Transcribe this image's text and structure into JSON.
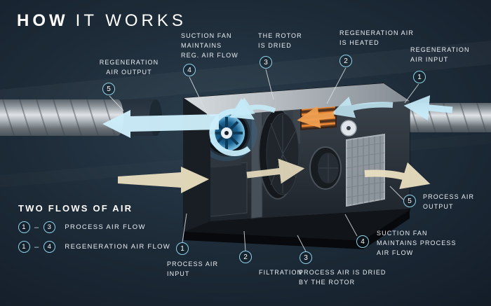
{
  "title": {
    "word1": "HOW",
    "word2": "IT WORKS"
  },
  "legend": {
    "heading": "TWO FLOWS OF AIR",
    "separator": "–",
    "rows": [
      {
        "from": "1",
        "to": "3",
        "label": "PROCESS AIR FLOW"
      },
      {
        "from": "1",
        "to": "4",
        "label": "REGENERATION AIR FLOW"
      }
    ]
  },
  "callouts": [
    {
      "id": "regeneration-air-output",
      "number": "5",
      "lines": [
        "REGENERATION",
        "AIR OUTPUT"
      ]
    },
    {
      "id": "suction-fan-reg",
      "number": "4",
      "lines": [
        "SUCTION FAN",
        "MAINTAINS",
        "REG. AIR FLOW"
      ]
    },
    {
      "id": "rotor-is-dried",
      "number": "3",
      "lines": [
        "THE ROTOR",
        "IS DRIED"
      ]
    },
    {
      "id": "regeneration-air-heated",
      "number": "2",
      "lines": [
        "REGENERATION AIR",
        "IS HEATED"
      ]
    },
    {
      "id": "regeneration-air-input",
      "number": "1",
      "lines": [
        "REGENERATION",
        "AIR INPUT"
      ]
    },
    {
      "id": "process-air-input",
      "number": "1",
      "lines": [
        "PROCESS AIR",
        "INPUT"
      ]
    },
    {
      "id": "filtration",
      "number": "2",
      "lines": [
        "FILTRATION"
      ]
    },
    {
      "id": "process-air-dried",
      "number": "3",
      "lines": [
        "PROCESS AIR IS DRIED",
        "BY THE ROTOR"
      ]
    },
    {
      "id": "suction-fan-process",
      "number": "4",
      "lines": [
        "SUCTION FAN",
        "MAINTAINS PROCESS",
        "AIR FLOW"
      ]
    },
    {
      "id": "process-air-output",
      "number": "5",
      "lines": [
        "PROCESS AIR",
        "OUTPUT"
      ]
    }
  ],
  "colors": {
    "background": "#1d2b38",
    "accent_circle_blue": "#8fd4ea",
    "flow_blue": "#c6ecfa",
    "flow_tan": "#eadfc0",
    "heater_orange": "#f08a35",
    "text": "#e9eef3"
  }
}
